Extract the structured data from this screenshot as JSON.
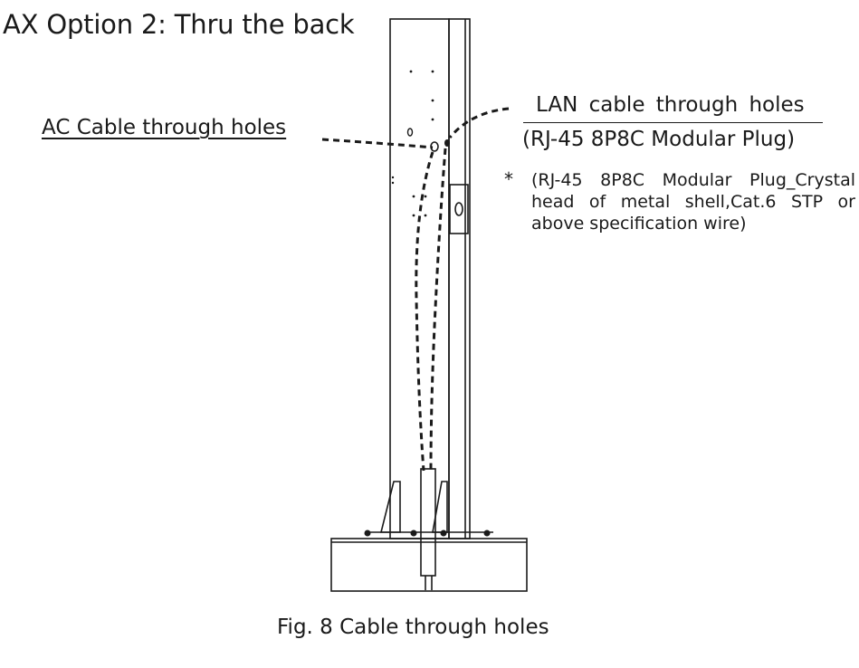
{
  "title": "AX Option 2: Thru the back",
  "labels": {
    "ac": "AC Cable through holes",
    "lan": "LAN cable  through  holes",
    "lan_plug": "(RJ-45 8P8C Modular Plug)"
  },
  "note": {
    "marker": "*",
    "line1": "(RJ-45  8P8C  Modular  Plug_Crystal",
    "line2": "head  of  metal  shell,Cat.6  STP  or",
    "line3": "above specification wire)"
  },
  "caption": "Fig. 8 Cable through holes",
  "colors": {
    "ink": "#1a1a1a",
    "background": "#ffffff"
  }
}
